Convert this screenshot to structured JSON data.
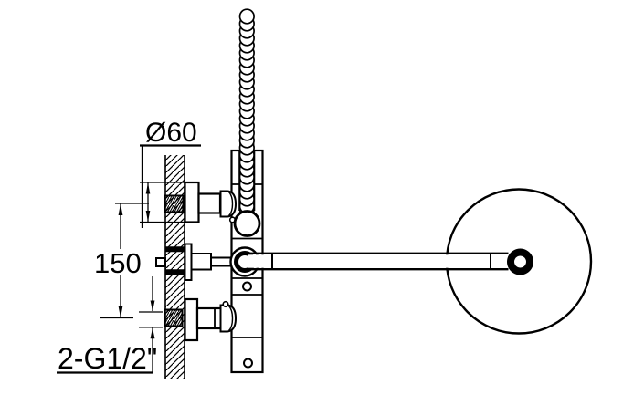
{
  "drawing": {
    "type": "technical-drawing-shower-mixer",
    "labels": {
      "diameter": "Ø60",
      "center_distance": "150",
      "thread_spec": "2-G1/2\""
    },
    "colors": {
      "line": "#000000",
      "background": "#ffffff"
    }
  }
}
